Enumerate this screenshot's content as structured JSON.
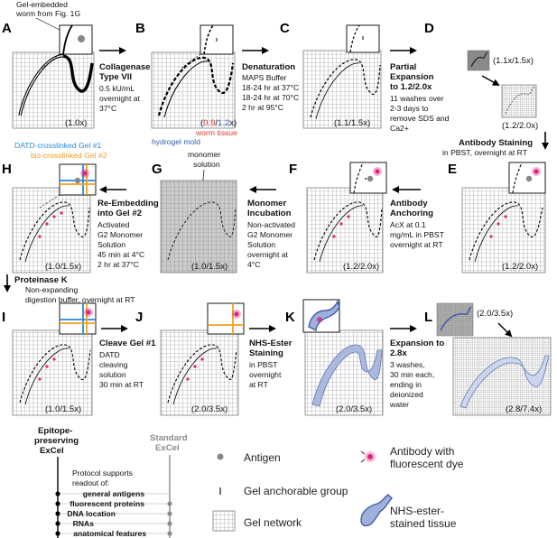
{
  "panels": {
    "A": {
      "letter": "A",
      "mag": "(1.0x)"
    },
    "B": {
      "letter": "B",
      "mag_prefix": "(",
      "mag_red": "0.9",
      "mag_slash": "/",
      "mag_blue": "1.2",
      "mag_suffix": "x)"
    },
    "C": {
      "letter": "C",
      "mag": "(1.1/1.5x)"
    },
    "D": {
      "letter": "D",
      "mag_small": "(1.1x/1.5x)",
      "mag_big": "(1.2/2.0x)"
    },
    "E": {
      "letter": "E",
      "mag": "(1.2/2.0x)"
    },
    "F": {
      "letter": "F",
      "mag": "(1.2/2.0x)"
    },
    "G": {
      "letter": "G",
      "mag": "(1.0/1.5x)"
    },
    "H": {
      "letter": "H",
      "mag": "(1.0/1.5x)"
    },
    "I": {
      "letter": "I",
      "mag": "(1.0/1.5x)"
    },
    "J": {
      "letter": "J",
      "mag": "(2.0/3.5x)"
    },
    "K": {
      "letter": "K",
      "mag": "(2.0/3.5x)"
    },
    "L": {
      "letter": "L",
      "mag_small": "(2.0/3.5x)",
      "mag_big": "(2.8/7.4x)"
    }
  },
  "annotations": {
    "gel_embedded_1": "Gel-embedded",
    "gel_embedded_2": "worm from Fig. 1G",
    "worm_tissue": "worm tissue",
    "hydrogel_mold": "hydrogel mold",
    "gel1_label": "DATD-crosslinked Gel #1",
    "gel2_label": "bis-crosslinked Gel #2",
    "monomer_1": "monomer",
    "monomer_2": "solution"
  },
  "steps": {
    "collagenase": {
      "t1": "Collagenase",
      "t2": "Type VII",
      "l1": "0.5 kU/mL",
      "l2": "overnight at",
      "l3": "37°C"
    },
    "denaturation": {
      "t1": "Denaturation",
      "l1": "MAPS Buffer",
      "l2": "18-24 hr at 37°C",
      "l3": "18-24 hr at 70°C",
      "l4": "2 hr at 95°C"
    },
    "partial": {
      "t1": "Partial",
      "t2": "Expansion",
      "t3": "to 1.2/2.0x",
      "l1": "11 washes over",
      "l2": "2-3 days to",
      "l3": "remove SDS and",
      "l4": "Ca2+"
    },
    "antibody_staining": {
      "t1": "Antibody Staining",
      "l1": "in PBST, overnight at RT"
    },
    "anchoring": {
      "t1": "Antibody",
      "t2": "Anchoring",
      "l1": "AcX at 0.1",
      "l2": "mg/mL in PBST",
      "l3": "overnight at RT"
    },
    "incubation": {
      "t1": "Monomer",
      "t2": "Incubation",
      "l1": "Non-activated",
      "l2": "G2 Monomer",
      "l3": "Solution",
      "l4": "overnight at",
      "l5": "4°C"
    },
    "reembed": {
      "t1": "Re-Embedding",
      "t2": "into Gel #2",
      "l1": "Activated",
      "l2": "G2 Monomer",
      "l3": "Solution",
      "l4": "45 min at 4°C",
      "l5": "2 hr at 37°C"
    },
    "proteinase": {
      "t1": "Proteinase K",
      "l1": "Non-expanding",
      "l2": "digestion buffer, overnight at RT"
    },
    "cleave": {
      "t1": "Cleave Gel #1",
      "l1": "DATD",
      "l2": "cleaving",
      "l3": "solution",
      "l4": "30 min at RT"
    },
    "nhs": {
      "t1": "NHS-Ester",
      "t2": "Staining",
      "l1": "in PBST",
      "l2": "overnight",
      "l3": "at RT"
    },
    "expansion": {
      "t1": "Expansion to",
      "t2": "2.8x",
      "l1": "3 washes,",
      "l2": "30 min each,",
      "l3": "ending in",
      "l4": "deionized",
      "l5": "water"
    }
  },
  "legend": {
    "epi_1": "Epitope-",
    "epi_2": "preserving",
    "epi_3": "ExCel",
    "std_1": "Standard",
    "std_2": "ExCel",
    "protocol_1": "Protocol supports",
    "protocol_2": "readout of:",
    "readouts": [
      "general antigens",
      "fluorescent proteins",
      "DNA location",
      "RNAs",
      "anatomical features"
    ],
    "antigen": "Antigen",
    "anchor": "Gel anchorable group",
    "gel": "Gel network",
    "antibody_1": "Antibody with",
    "antibody_2": "fluorescent dye",
    "nhs_1": "NHS-ester-",
    "nhs_2": "stained tissue"
  },
  "colors": {
    "red": "#d43a2a",
    "blue": "#2f5fae",
    "gel1": "#2a8ad8",
    "gel2": "#f0a020",
    "magenta": "#e0207a",
    "nhs_fill": "#9fb0dc",
    "nhs_stroke": "#4060a8",
    "gray": "#8a8a8a"
  }
}
